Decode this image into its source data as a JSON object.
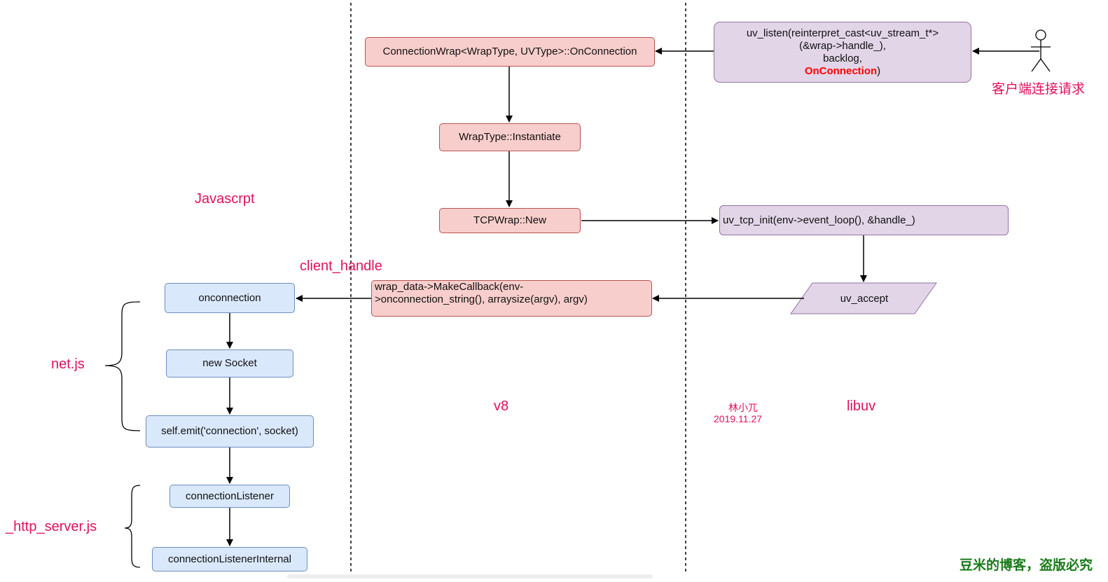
{
  "nodes": {
    "uv_listen": {
      "line1": "uv_listen(reinterpret_cast<uv_stream_t*>",
      "line2": "(&wrap->handle_),",
      "line3": "backlog,",
      "line4_highlight": "OnConnection",
      "line4_suffix": ")"
    },
    "on_connection": "ConnectionWrap<WrapType, UVType>::OnConnection",
    "instantiate": "WrapType::Instantiate",
    "tcpwrap_new": "TCPWrap::New",
    "uv_tcp_init": "uv_tcp_init(env->event_loop(), &handle_)",
    "make_callback_line1": "wrap_data->MakeCallback(env-",
    "make_callback_line2": ">onconnection_string(), arraysize(argv), argv)",
    "uv_accept": "uv_accept",
    "onconnection": "onconnection",
    "new_socket": "new Socket",
    "self_emit": "self.emit('connection', socket)",
    "connection_listener": "connectionListener",
    "connection_listener_internal": "connectionListenerInternal"
  },
  "labels": {
    "client_request": "客户端连接请求",
    "javascript": "Javascrpt",
    "client_handle": "client_handle",
    "net_js": "net.js",
    "http_server_js": "_http_server.js",
    "v8": "v8",
    "libuv": "libuv",
    "author": "林小兀",
    "date": "2019.11.27"
  },
  "watermark": "豆米的博客，盗版必究",
  "colors": {
    "label": "#e0115f",
    "v8_fill": "#f8cecc",
    "v8_stroke": "#b85450",
    "libuv_fill": "#e1d5e7",
    "libuv_stroke": "#9673a6",
    "js_fill": "#dae8fc",
    "js_stroke": "#6c8ebf",
    "watermark": "#1a7a1a"
  }
}
